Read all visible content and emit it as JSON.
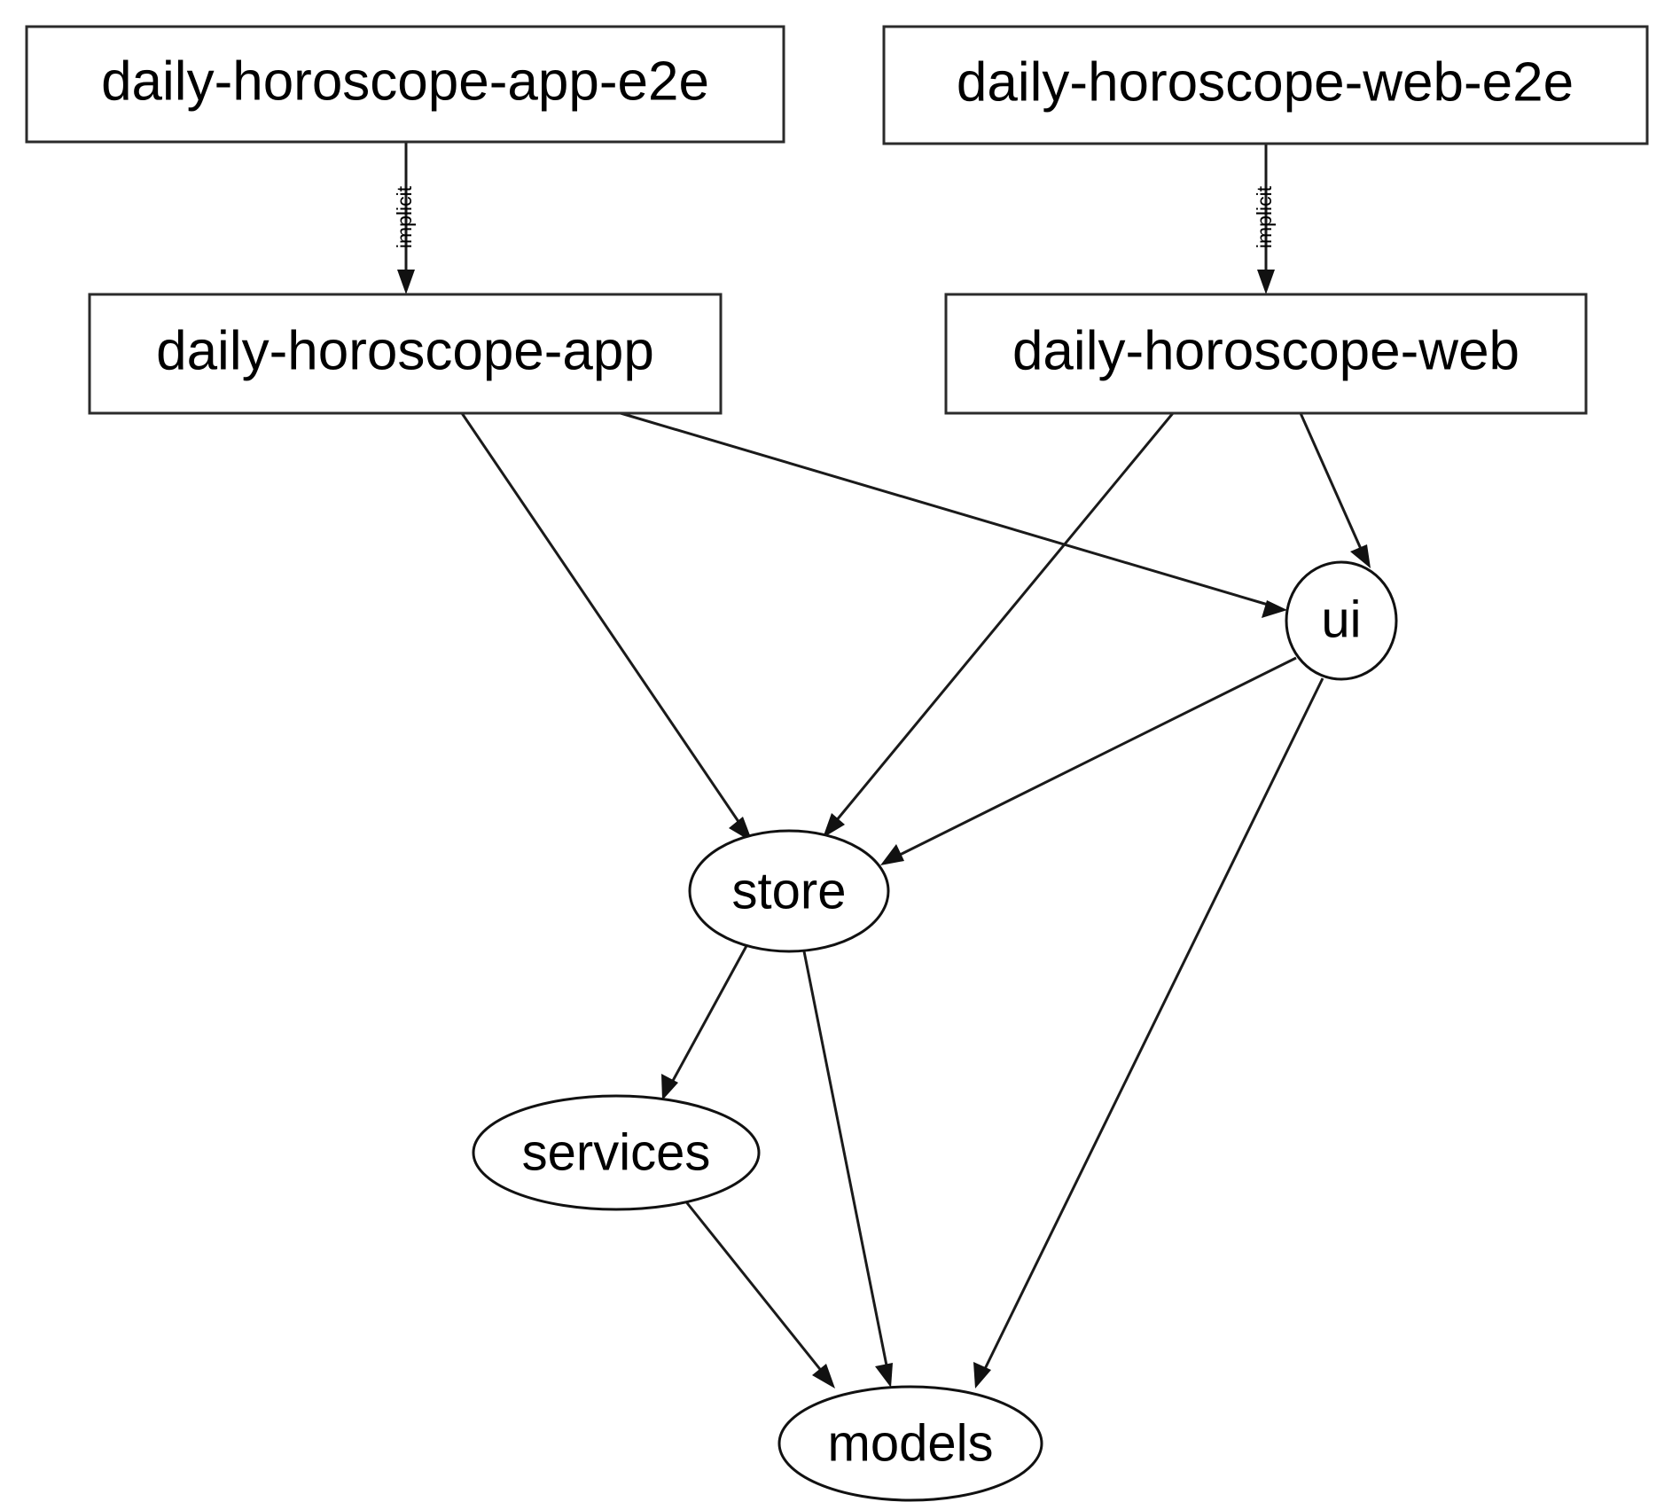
{
  "diagram": {
    "type": "dependency-graph",
    "title": "",
    "background_color": "#ffffff",
    "node_stroke_color": "#111111",
    "edge_color": "#1a1a1a",
    "text_color": "#000000",
    "nodes": [
      {
        "id": "daily-horoscope-app-e2e",
        "label": "daily-horoscope-app-e2e",
        "shape": "rectangle"
      },
      {
        "id": "daily-horoscope-web-e2e",
        "label": "daily-horoscope-web-e2e",
        "shape": "rectangle"
      },
      {
        "id": "daily-horoscope-app",
        "label": "daily-horoscope-app",
        "shape": "rectangle"
      },
      {
        "id": "daily-horoscope-web",
        "label": "daily-horoscope-web",
        "shape": "rectangle"
      },
      {
        "id": "ui",
        "label": "ui",
        "shape": "ellipse"
      },
      {
        "id": "store",
        "label": "store",
        "shape": "ellipse"
      },
      {
        "id": "services",
        "label": "services",
        "shape": "ellipse"
      },
      {
        "id": "models",
        "label": "models",
        "shape": "ellipse"
      }
    ],
    "edges": [
      {
        "from": "daily-horoscope-app-e2e",
        "to": "daily-horoscope-app",
        "label": "implicit"
      },
      {
        "from": "daily-horoscope-web-e2e",
        "to": "daily-horoscope-web",
        "label": "implicit"
      },
      {
        "from": "daily-horoscope-app",
        "to": "store",
        "label": ""
      },
      {
        "from": "daily-horoscope-app",
        "to": "ui",
        "label": ""
      },
      {
        "from": "daily-horoscope-web",
        "to": "ui",
        "label": ""
      },
      {
        "from": "daily-horoscope-web",
        "to": "store",
        "label": ""
      },
      {
        "from": "ui",
        "to": "store",
        "label": ""
      },
      {
        "from": "ui",
        "to": "models",
        "label": ""
      },
      {
        "from": "store",
        "to": "services",
        "label": ""
      },
      {
        "from": "store",
        "to": "models",
        "label": ""
      },
      {
        "from": "services",
        "to": "models",
        "label": ""
      }
    ],
    "edge_labels": {
      "app_e2e_implicit": "implicit",
      "web_e2e_implicit": "implicit"
    }
  }
}
